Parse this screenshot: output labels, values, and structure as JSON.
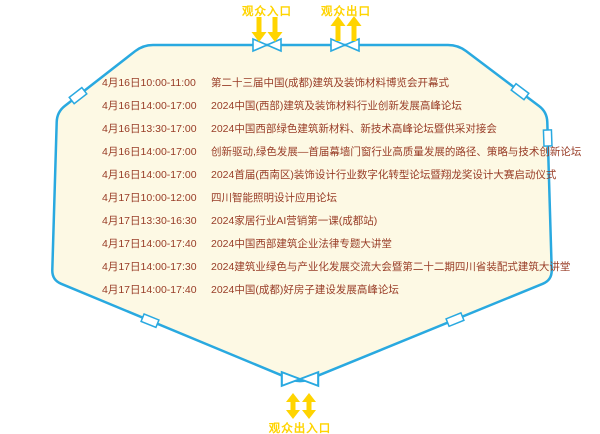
{
  "colors": {
    "outline": "#29a9e0",
    "venue-fill": "#fdf9e4",
    "schedule-text": "#983c26",
    "label-yellow": "#ffd400"
  },
  "entrances": {
    "top_left_label": "观众入口",
    "top_right_label": "观众出口",
    "bottom_label": "观众出入口"
  },
  "schedule": {
    "rows": [
      {
        "time": "4月16日10:00-11:00",
        "title": "第二十三届中国(成都)建筑及装饰材料博览会开幕式"
      },
      {
        "time": "4月16日14:00-17:00",
        "title": "2024中国(西部)建筑及装饰材料行业创新发展高峰论坛"
      },
      {
        "time": "4月16日13:30-17:00",
        "title": "2024中国西部绿色建筑新材料、新技术高峰论坛暨供采对接会"
      },
      {
        "time": "4月16日14:00-17:00",
        "title": "创新驱动,绿色发展—首届幕墙门窗行业高质量发展的路径、策略与技术创新论坛"
      },
      {
        "time": "4月16日14:00-17:00",
        "title": "2024首届(西南区)装饰设计行业数字化转型论坛暨翔龙奖设计大赛启动仪式"
      },
      {
        "time": "4月17日10:00-12:00",
        "title": "四川智能照明设计应用论坛"
      },
      {
        "time": "4月17日13:30-16:30",
        "title": "2024家居行业AI营销第一课(成都站)"
      },
      {
        "time": "4月17日14:00-17:40",
        "title": "2024中国西部建筑企业法律专题大讲堂"
      },
      {
        "time": "4月17日14:00-17:30",
        "title": "2024建筑业绿色与产业化发展交流大会暨第二十二期四川省装配式建筑大讲堂"
      },
      {
        "time": "4月17日14:00-17:40",
        "title": "2024中国(成都)好房子建设发展高峰论坛"
      }
    ]
  }
}
